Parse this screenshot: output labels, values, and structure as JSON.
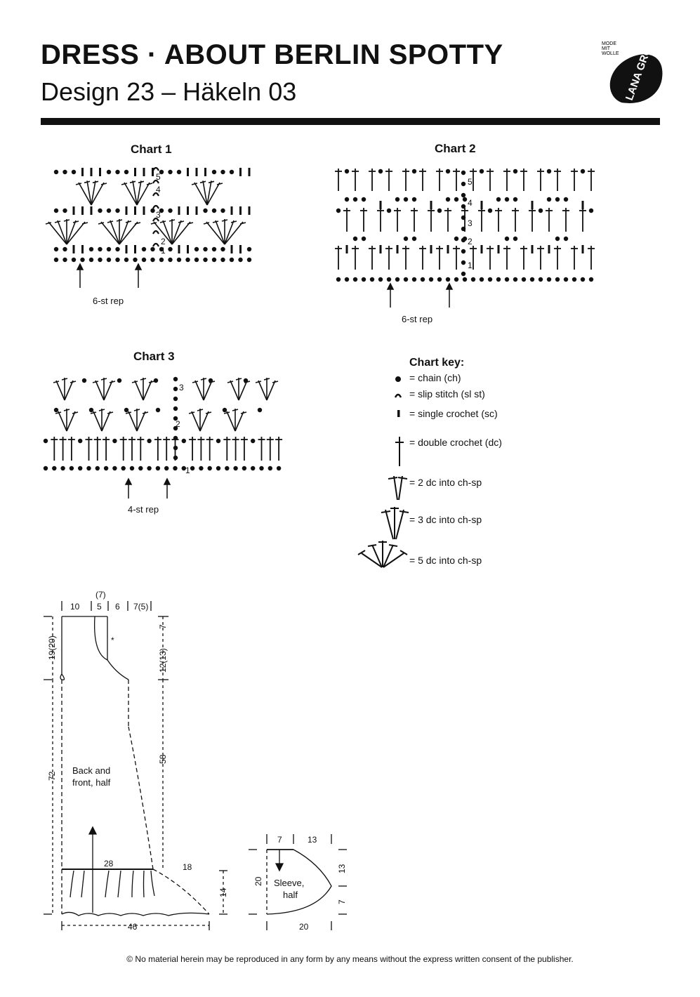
{
  "header": {
    "title": "DRESS · ABOUT BERLIN SPOTTY",
    "subtitle": "Design 23 – Häkeln 03",
    "logo": {
      "tagline": [
        "MODE",
        "MIT",
        "WOLLE"
      ],
      "brand": "LANA GROSSA"
    }
  },
  "charts": {
    "chart1": {
      "title": "Chart 1",
      "rep_label": "6-st rep",
      "row_numbers": [
        "1",
        "2",
        "3",
        "4",
        "5"
      ]
    },
    "chart2": {
      "title": "Chart 2",
      "rep_label": "6-st rep",
      "row_numbers": [
        "1",
        "2",
        "3",
        "4",
        "5"
      ]
    },
    "chart3": {
      "title": "Chart 3",
      "rep_label": "4-st rep",
      "row_numbers": [
        "1",
        "2",
        "3"
      ]
    }
  },
  "key": {
    "title": "Chart key:",
    "items": [
      {
        "icon": "chain-icon",
        "label": "= chain (ch)"
      },
      {
        "icon": "slip-stitch-icon",
        "label": "= slip stitch (sl st)"
      },
      {
        "icon": "single-crochet-icon",
        "label": "= single crochet (sc)"
      },
      {
        "icon": "double-crochet-icon",
        "label": "= double crochet (dc)"
      },
      {
        "icon": "two-dc-icon",
        "label": "= 2 dc into ch-sp"
      },
      {
        "icon": "three-dc-icon",
        "label": "= 3 dc into ch-sp"
      },
      {
        "icon": "five-dc-icon",
        "label": "= 5 dc into ch-sp"
      }
    ]
  },
  "schematic_dress": {
    "top_measures": [
      "10",
      "5",
      "(7)",
      "6",
      "7(5)"
    ],
    "left_measures": [
      "19(20)",
      "72"
    ],
    "right_measures": [
      "7",
      "12(13)",
      "58"
    ],
    "label": [
      "Back and",
      "front, half"
    ],
    "hem_measures": [
      "28",
      "18",
      "14",
      "46"
    ],
    "asterisk": "*"
  },
  "schematic_sleeve": {
    "top_measures": [
      "7",
      "13"
    ],
    "left_measures": [
      "20"
    ],
    "right_measures": [
      "13",
      "7"
    ],
    "bottom_measures": [
      "20"
    ],
    "label": [
      "Sleeve,",
      "half"
    ]
  },
  "footer": "© No material herein may be reproduced in any form by any means without the express written consent of the publisher."
}
